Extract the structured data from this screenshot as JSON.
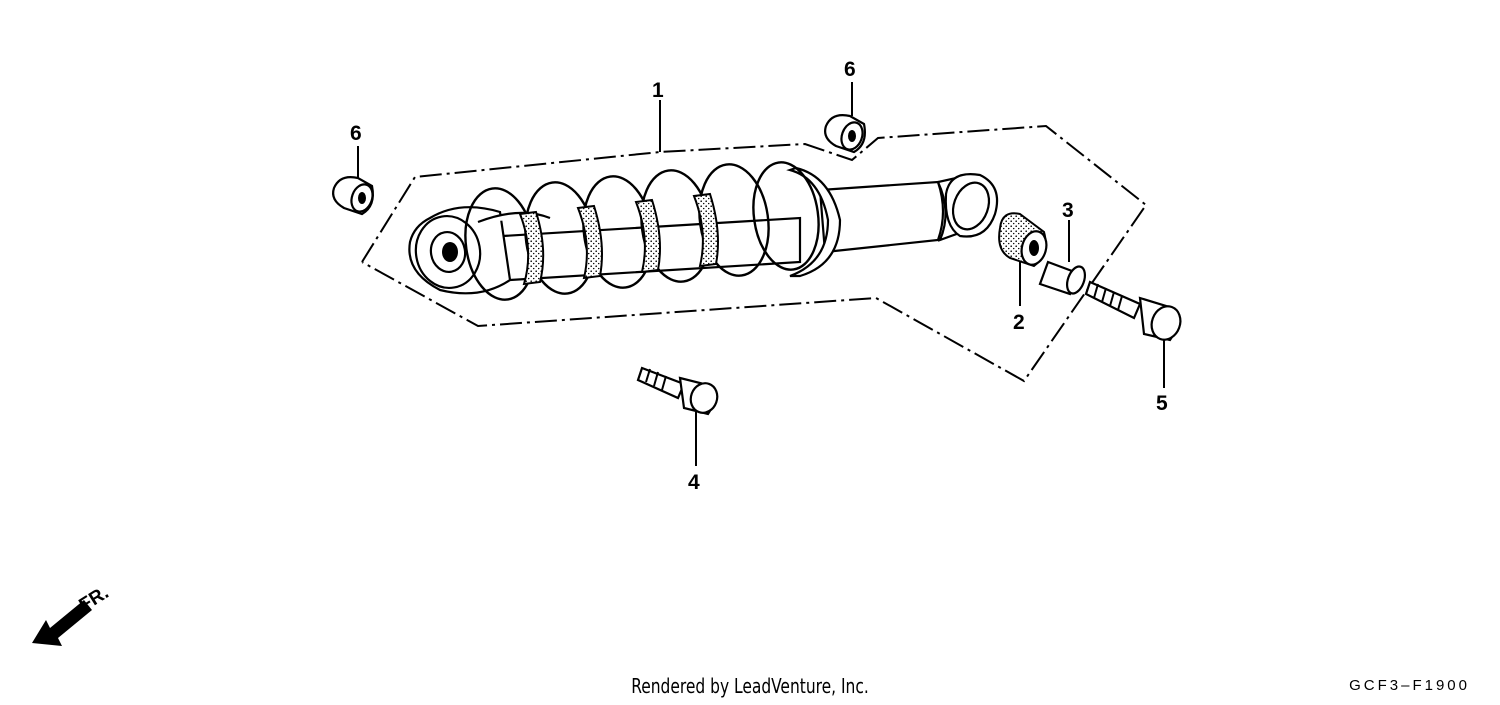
{
  "diagram": {
    "callouts": {
      "c1": "1",
      "c2": "2",
      "c3": "3",
      "c4": "4",
      "c5": "5",
      "c6a": "6",
      "c6b": "6"
    },
    "direction_label": "FR.",
    "credit": "Rendered by LeadVenture, Inc.",
    "diagram_code": "GCF3–F1900"
  }
}
